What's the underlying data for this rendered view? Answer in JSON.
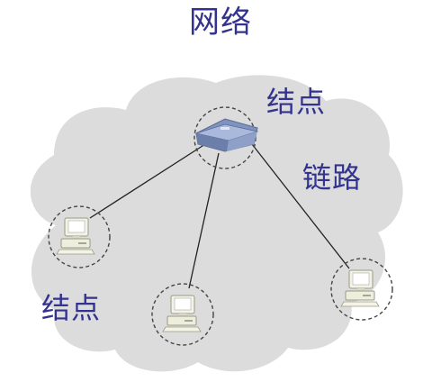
{
  "diagram": {
    "title": "网络",
    "node_label_top": "结点",
    "link_label": "链路",
    "node_label_bottom": "结点",
    "colors": {
      "cloud": "#dcdcdc",
      "label_text": "#33338f",
      "link_line": "#222222",
      "node_ring": "#444444"
    },
    "icons": [
      "router-icon",
      "computer-icon",
      "computer-icon",
      "computer-icon"
    ]
  }
}
